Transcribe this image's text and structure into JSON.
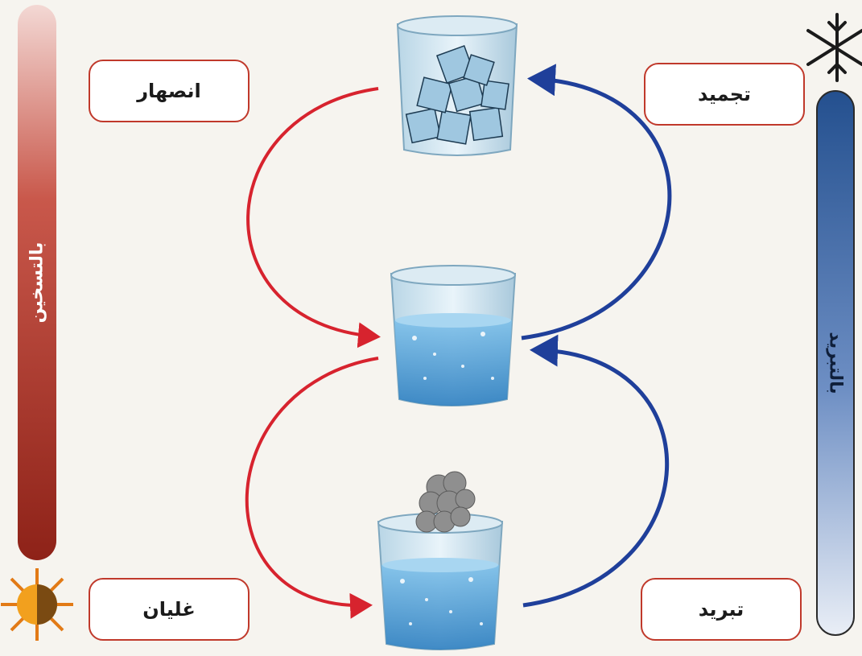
{
  "labels": {
    "melting": "انصهار",
    "freezing": "تجميد",
    "boiling": "غليان",
    "cooling": "تبريد"
  },
  "bars": {
    "heating": "بالتسخين",
    "cooling": "بالتبريد"
  },
  "colors": {
    "heating_arrow": "#d7232e",
    "cooling_arrow": "#1f3f9a",
    "box_border": "#c0392b",
    "heat_bar_dark": "#8e2218",
    "cool_bar_dark": "#24508f",
    "water": "#4a9fd8",
    "glass": "#cfe3ee"
  },
  "icons": [
    "snowflake-icon",
    "sun-icon",
    "ice-cubes",
    "steam-cloud"
  ]
}
